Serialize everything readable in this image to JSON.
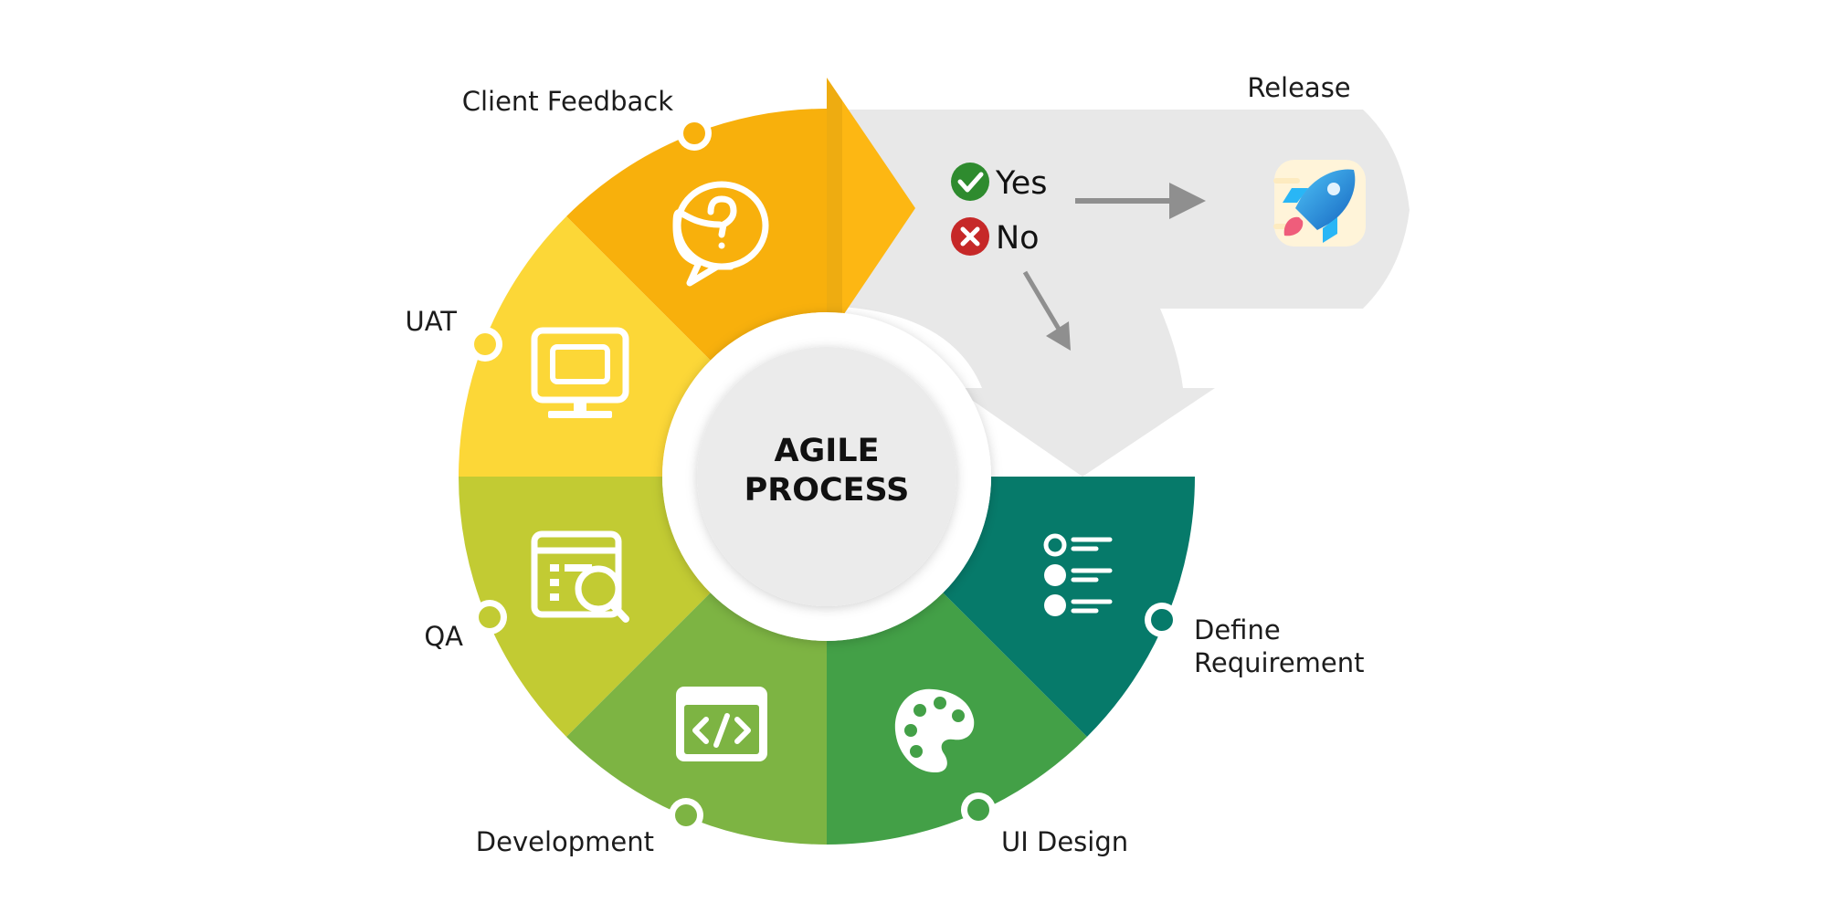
{
  "title": [
    "AGILE",
    "PROCESS"
  ],
  "stages": [
    {
      "id": "client-feedback",
      "label_lines": [
        "Client Feedback"
      ],
      "color": "#F8B00C",
      "icon": "question-bubble-icon"
    },
    {
      "id": "uat",
      "label_lines": [
        "UAT"
      ],
      "color": "#FCD737",
      "icon": "monitor-icon"
    },
    {
      "id": "qa",
      "label_lines": [
        "QA"
      ],
      "color": "#C2CB33",
      "icon": "search-document-icon"
    },
    {
      "id": "development",
      "label_lines": [
        "Development"
      ],
      "color": "#7DB443",
      "icon": "code-window-icon"
    },
    {
      "id": "ui-design",
      "label_lines": [
        "UI Design"
      ],
      "color": "#43A047",
      "icon": "palette-icon"
    },
    {
      "id": "define-requirement",
      "label_lines": [
        "Define",
        "Requirement"
      ],
      "color": "#067A6A",
      "icon": "checklist-icon"
    }
  ],
  "decision": {
    "yes_label": "Yes",
    "no_label": "No",
    "yes_color": "#2E8B2E",
    "no_color": "#C62828"
  },
  "release": {
    "label": "Release",
    "icon": "rocket-icon"
  },
  "colors": {
    "arrowhead": "#FDB713",
    "flow_band": "#E8E8E8",
    "center_disc": "#EBEBEB",
    "flow_arrow": "#8F8F8F"
  }
}
